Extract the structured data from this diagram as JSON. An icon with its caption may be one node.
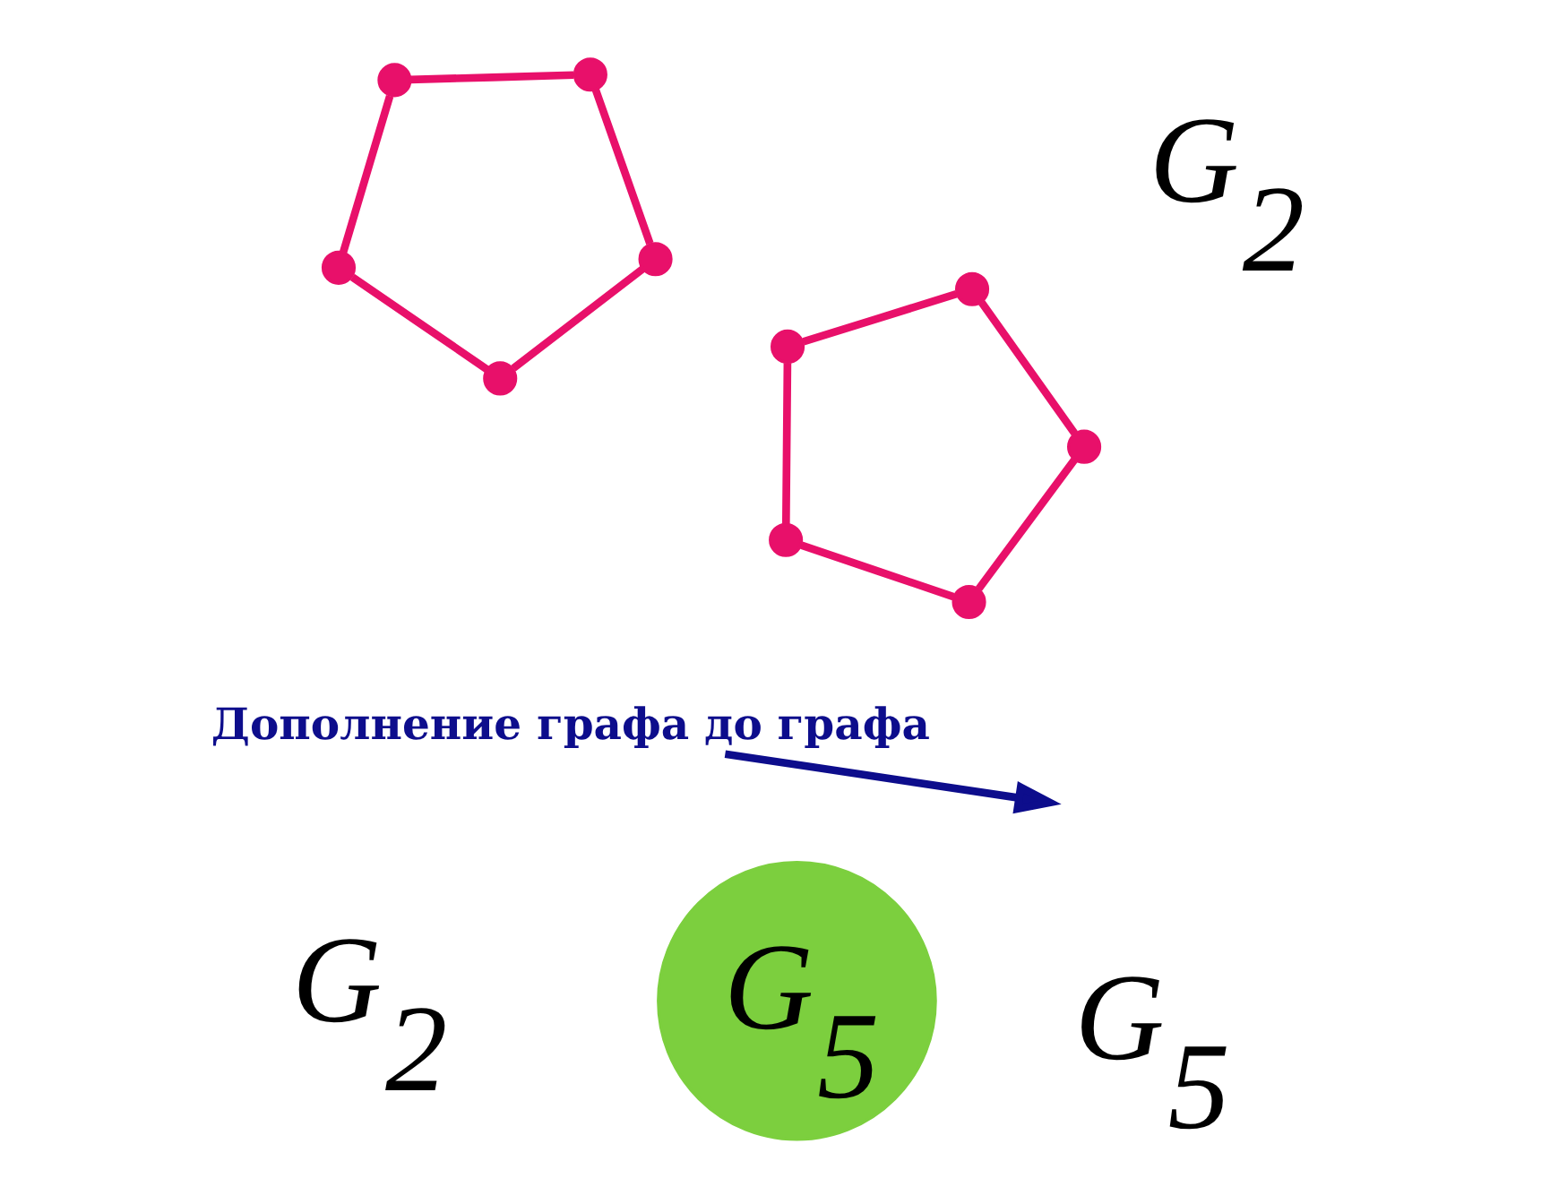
{
  "diagram": {
    "nodes": [
      {
        "text": [],
        "shape": "circle"
      },
      {
        "text": [],
        "shape": "circle"
      },
      {
        "text": [],
        "shape": "circle"
      },
      {
        "text": [],
        "shape": "circle"
      },
      {
        "text": [],
        "shape": "circle"
      },
      {
        "text": [],
        "shape": "circle"
      },
      {
        "text": [],
        "shape": "circle"
      },
      {
        "text": [],
        "shape": "circle"
      },
      {
        "text": [],
        "shape": "circle"
      },
      {
        "text": [],
        "shape": "circle"
      },
      {
        "text": [
          "Дополнение графа до графа"
        ]
      },
      {
        "text": [
          "G$_{5}$"
        ]
      }
    ],
    "edges": [
      {
        "from": 2,
        "to": 1,
        "arrow": "none"
      },
      {
        "from": 2,
        "to": 3,
        "arrow": "none"
      },
      {
        "from": 0,
        "to": 4,
        "arrow": "none"
      },
      {
        "from": 0,
        "to": 3,
        "arrow": "none"
      },
      {
        "from": 4,
        "to": 1,
        "arrow": "none"
      },
      {
        "from": 5,
        "to": 7,
        "arrow": "none"
      },
      {
        "from": 7,
        "to": 9,
        "arrow": "none"
      },
      {
        "from": 9,
        "to": 8,
        "arrow": "none"
      },
      {
        "from": 8,
        "to": 6,
        "arrow": "none"
      },
      {
        "from": 6,
        "to": 5,
        "arrow": "none"
      },
      {
        "from": 10,
        "to": null,
        "arrow": "to",
        "color": "#0d0d8c"
      }
    ],
    "labels": [
      "G$_{2}$",
      "G$_{5}$",
      "G$_{2}$"
    ]
  }
}
